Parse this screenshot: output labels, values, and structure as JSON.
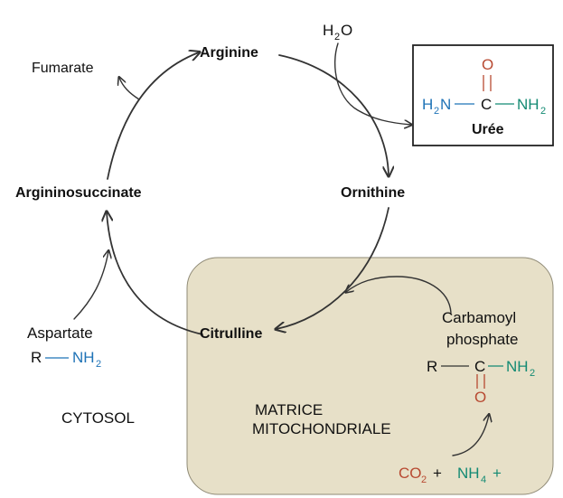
{
  "cycle": {
    "arginine": "Arginine",
    "fumarate": "Fumarate",
    "argininosuccinate": "Argininosuccinate",
    "ornithine": "Ornithine",
    "citrulline": "Citrulline"
  },
  "water": {
    "h": "H",
    "subscript": "2",
    "o": "O"
  },
  "urea": {
    "top_o": "O",
    "h2n": "H",
    "h2n_sub": "2",
    "n_left": "N",
    "c": "C",
    "nh2": "NH",
    "nh2_sub": "2",
    "name": "Urée"
  },
  "aspartate": {
    "name": "Aspartate",
    "r": "R",
    "nh2": "NH",
    "nh2_sub": "2"
  },
  "cytosol": "CYTOSOL",
  "matrix": {
    "line1": "MATRICE",
    "line2": "MITOCHONDRIALE"
  },
  "carbamoyl": {
    "line1": "Carbamoyl",
    "line2": "phosphate",
    "r": "R",
    "c": "C",
    "nh2": "NH",
    "nh2_sub": "2",
    "o": "O"
  },
  "inputs": {
    "co2": "CO",
    "co2_sub": "2",
    "plus1": "+",
    "nh4": "NH",
    "nh4_sub": "4",
    "plus2": "+"
  },
  "colors": {
    "mitochondrial_matrix": "#e7e0c8",
    "blue": "#1f73b7",
    "red": "#b84a32",
    "teal": "#138a73"
  }
}
